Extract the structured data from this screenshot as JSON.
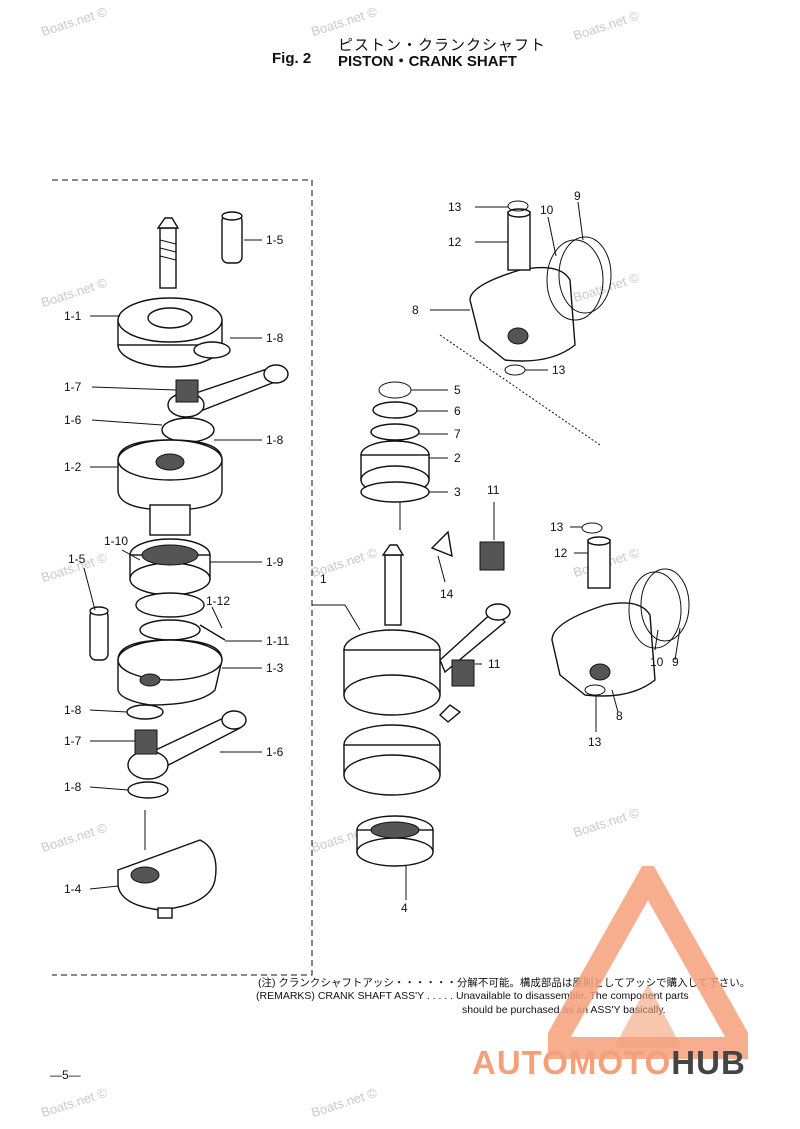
{
  "header": {
    "title_jp": "ピストン・クランクシャフト",
    "fig_label": "Fig. 2",
    "title_en": "PISTON・CRANK SHAFT"
  },
  "remarks": {
    "jp": "(注) クランクシャフトアッシ・・・・・・分解不可能。構成部品は原則としてアッシで購入して下さい。",
    "en_line1": "(REMARKS) CRANK SHAFT ASS'Y . . . . . Unavailable to disassemble. The component parts",
    "en_line2": "should be purchased as an ASS'Y basically."
  },
  "page_number": "—5—",
  "watermark_text": "Boats.net ©",
  "logo": {
    "part1": "AUTOMOTO",
    "part2": "HUB",
    "accent_color": "#f4a07a",
    "dark_color": "#444444"
  },
  "callouts": {
    "c1_5a": "1-5",
    "c1_1": "1-1",
    "c1_8a": "1-8",
    "c1_7a": "1-7",
    "c1_6a": "1-6",
    "c1_8b": "1-8",
    "c1_2": "1-2",
    "c1_10": "1-10",
    "c1_5b": "1-5",
    "c1_9": "1-9",
    "c1_12": "1-12",
    "c1_11": "1-11",
    "c1_3": "1-3",
    "c1_8c": "1-8",
    "c1_7b": "1-7",
    "c1_6b": "1-6",
    "c1_8d": "1-8",
    "c1_4": "1-4",
    "c1": "1",
    "c2": "2",
    "c3": "3",
    "c4": "4",
    "c5": "5",
    "c6": "6",
    "c7": "7",
    "c8a": "8",
    "c8b": "8",
    "c9a": "9",
    "c9b": "9",
    "c10a": "10",
    "c10b": "10",
    "c11a": "11",
    "c11b": "11",
    "c12a": "12",
    "c12b": "12",
    "c13a": "13",
    "c13b": "13",
    "c13c": "13",
    "c13d": "13",
    "c14": "14"
  }
}
